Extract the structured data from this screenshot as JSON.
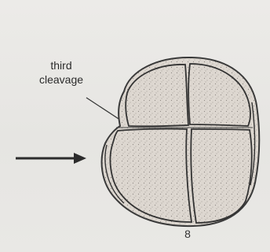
{
  "figure": {
    "callout_text": [
      "third",
      "cleavage"
    ],
    "figure_number": "8"
  }
}
